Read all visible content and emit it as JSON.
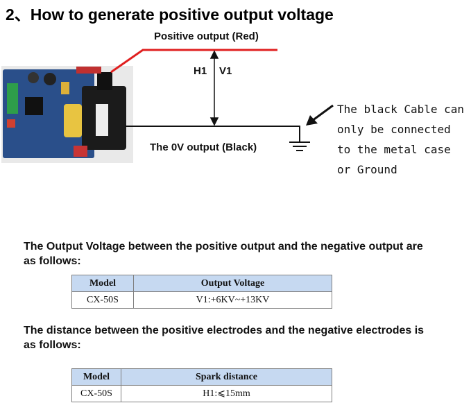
{
  "title": "2、How to generate positive output voltage",
  "diagram": {
    "positive_label": "Positive output (Red)",
    "h1_label": "H1",
    "v1_label": "V1",
    "zero_label": "The 0V output (Black)",
    "note_lines": [
      "The black Cable can",
      "only be connected",
      "to the metal case",
      "or Ground"
    ],
    "colors": {
      "red_wire": "#e02020",
      "black_wire": "#111111",
      "board": "#2a4f8a"
    }
  },
  "section1": {
    "text": "The Output Voltage  between the positive output  and the negative output are as follows:",
    "table": {
      "headers": [
        "Model",
        "Output Voltage"
      ],
      "rows": [
        [
          "CX-50S",
          "V1:+6KV~+13KV"
        ]
      ]
    }
  },
  "section2": {
    "text": "The distance between the positive electrodes  and the negative electrodes is as follows:",
    "table": {
      "headers": [
        "Model",
        "Spark distance"
      ],
      "rows": [
        [
          "CX-50S",
          "H1:⩽15mm"
        ]
      ]
    }
  }
}
